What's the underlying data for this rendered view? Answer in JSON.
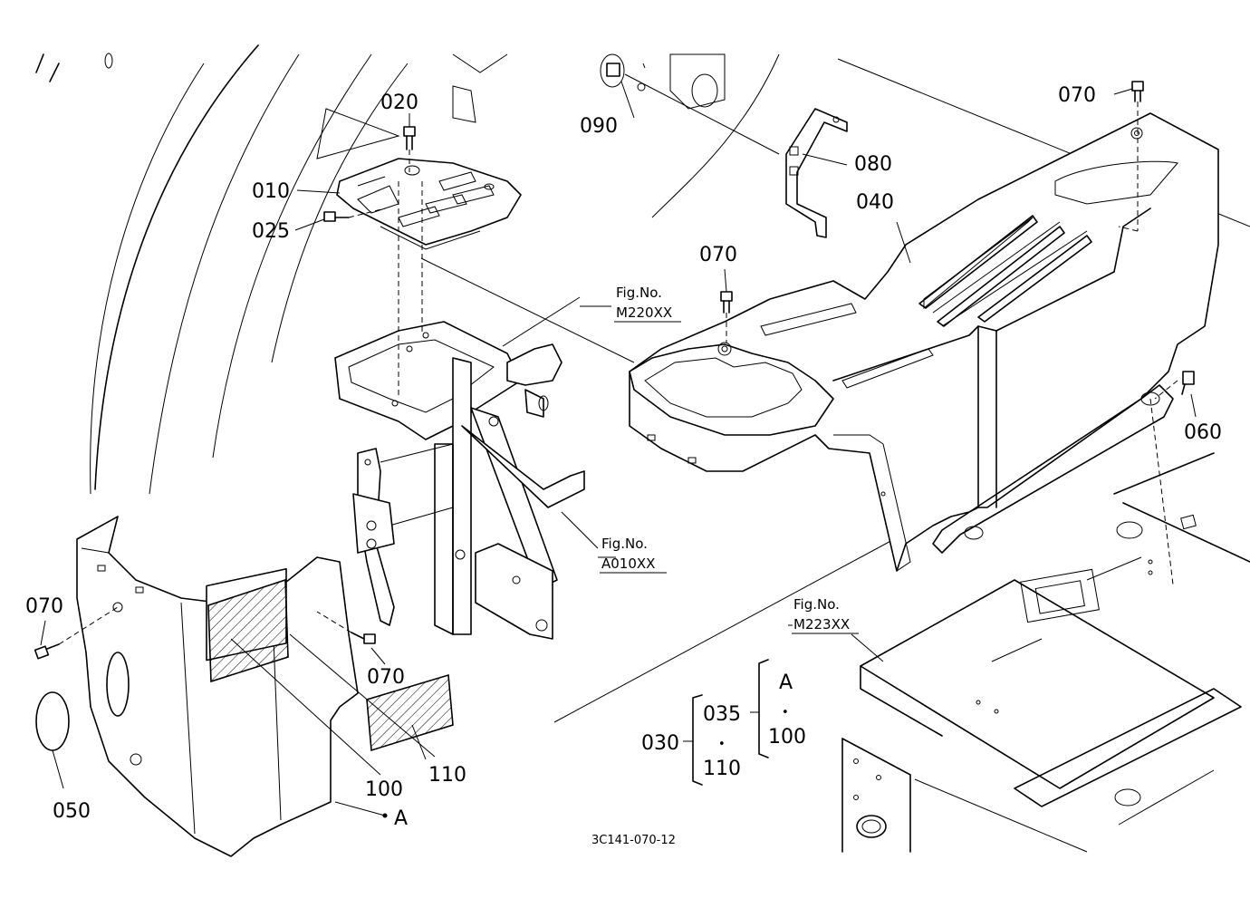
{
  "callouts": {
    "c010": "010",
    "c020": "020",
    "c025": "025",
    "c030": "030",
    "c035": "035",
    "c040": "040",
    "c050": "050",
    "c060": "060",
    "c070": "070",
    "c080": "080",
    "c090": "090",
    "c100": "100",
    "c110": "110",
    "a": "A",
    "dot": "•"
  },
  "figrefs": {
    "m220": {
      "line1": "Fig.No.",
      "line2": "M220XX"
    },
    "a010": {
      "line1": "Fig.No.",
      "line2": "A010XX"
    },
    "m223": {
      "line1": "Fig.No.",
      "line2": "M223XX"
    }
  },
  "drawing_number": "3C141-070-12"
}
